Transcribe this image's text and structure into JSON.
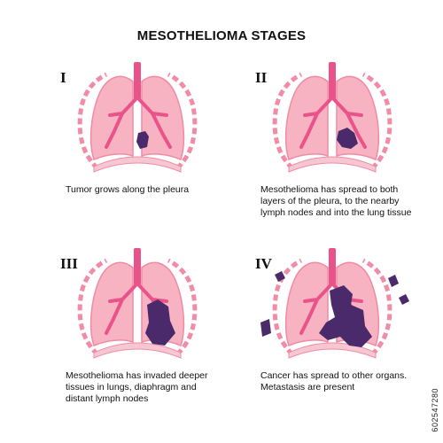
{
  "title": "MESOTHELIOMA STAGES",
  "side_id": "602547280",
  "colors": {
    "lung": "#f7b3c2",
    "lung_outline": "#f08ba3",
    "bronchi": "#e9538a",
    "ribs": "#f28ba5",
    "diaphragm": "#f6c7d3",
    "tumor": "#4a2a6b"
  },
  "stages": [
    {
      "numeral": "I",
      "caption": "Tumor grows along the pleura"
    },
    {
      "numeral": "II",
      "caption": "Mesothelioma has spread to both layers of the pleura, to the nearby lymph nodes and into the lung tissue"
    },
    {
      "numeral": "III",
      "caption": "Mesothelioma has invaded deeper tissues in lungs, diaphragm and distant lymph nodes"
    },
    {
      "numeral": "IV",
      "caption": "Cancer has spread to other organs. Metastasis are present"
    }
  ]
}
